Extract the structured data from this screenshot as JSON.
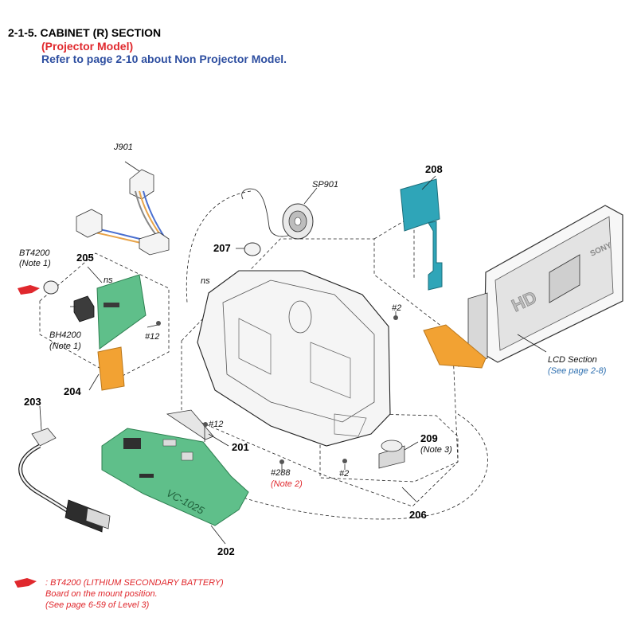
{
  "header": {
    "title": "2-1-5. CABINET (R) SECTION",
    "subtitle_model": "(Projector Model)",
    "subtitle_ref": "Refer to page 2-10 about Non Projector Model."
  },
  "labels": {
    "j901": "J901",
    "sp901": "SP901",
    "bt4200": "BT4200",
    "note1a": "(Note 1)",
    "bh4200": "BH4200",
    "note1b": "(Note 1)",
    "ns_a": "ns",
    "ns_b": "ns",
    "screw2a": "#2",
    "screw2b": "#2",
    "screw12a": "#12",
    "screw12b": "#12",
    "screw288": "#288",
    "note2": "(Note 2)",
    "note3": "(Note 3)",
    "lcd_section": "LCD Section",
    "lcd_ref": "(See page 2-8)",
    "board_text": "VC-1025",
    "lcd_brand": "SONY",
    "lcd_hd": "HD"
  },
  "parts": {
    "p201": "201",
    "p202": "202",
    "p203": "203",
    "p204": "204",
    "p205": "205",
    "p206": "206",
    "p207": "207",
    "p208": "208",
    "p209": "209"
  },
  "footnote": {
    "line1": ": BT4200 (LITHIUM SECONDARY BATTERY)",
    "line2": "Board on the mount position.",
    "line3": "(See page 6-59 of Level 3)"
  },
  "colors": {
    "accent_red": "#e0282d",
    "accent_blue": "#2d4ea0",
    "board_green": "#5fbf8a",
    "flex_orange": "#f2a233",
    "flex_cyan": "#2fa5b8"
  }
}
